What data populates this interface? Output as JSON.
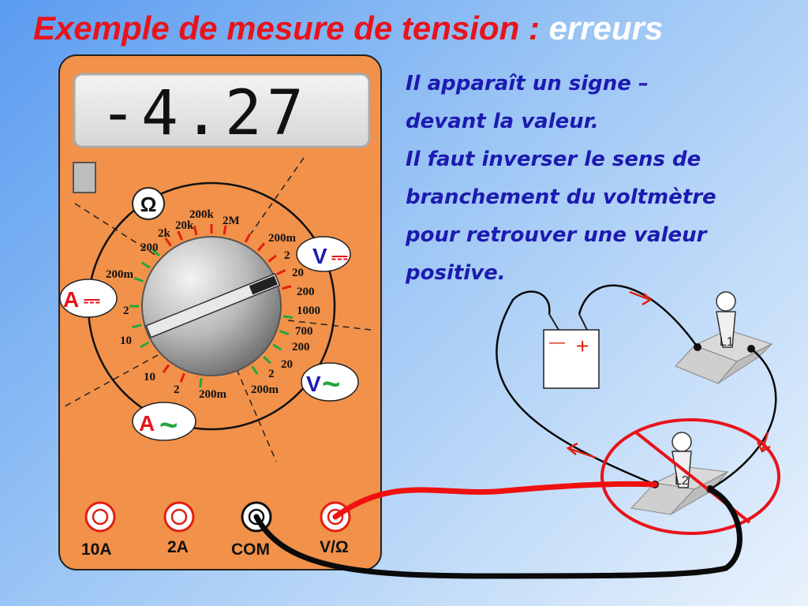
{
  "title": {
    "main": "Exemple de mesure de tension : ",
    "accent": "erreurs"
  },
  "explanation": [
    "Il apparaît un signe –",
    "devant la valeur.",
    "Il faut inverser le sens de",
    "branchement du voltmètre",
    "pour retrouver une valeur",
    "positive."
  ],
  "multimeter": {
    "display": "-4.27",
    "ohm_symbol": "Ω",
    "dial": {
      "ohm": [
        "200",
        "2k",
        "20k",
        "200k",
        "2M"
      ],
      "vdc": [
        "200m",
        "2",
        "20",
        "200",
        "1000"
      ],
      "vac": [
        "700",
        "200",
        "20",
        "2",
        "200m"
      ],
      "aac": [
        "200m",
        "2",
        "10"
      ],
      "adc": [
        "10",
        "2",
        "200m"
      ]
    },
    "badges": {
      "vdc": {
        "letter": "V",
        "mark": "⎓"
      },
      "adc": {
        "letter": "A",
        "mark": "⎓"
      },
      "vac": {
        "letter": "V",
        "mark": "~"
      },
      "aac": {
        "letter": "A",
        "mark": "~"
      }
    },
    "terminals": [
      "10A",
      "2A",
      "COM",
      "V/Ω"
    ]
  },
  "circuit": {
    "battery_minus": "—",
    "battery_plus": "+",
    "lamp1": "L1",
    "lamp2": "L2"
  },
  "colors": {
    "title_red": "#e8131b",
    "text_blue": "#1d1ab0",
    "meter_body": "#f2914a",
    "wire_red": "#f01010",
    "wire_black": "#0a0a0a",
    "green_tick": "#22a83a",
    "red_tick": "#e02010"
  }
}
